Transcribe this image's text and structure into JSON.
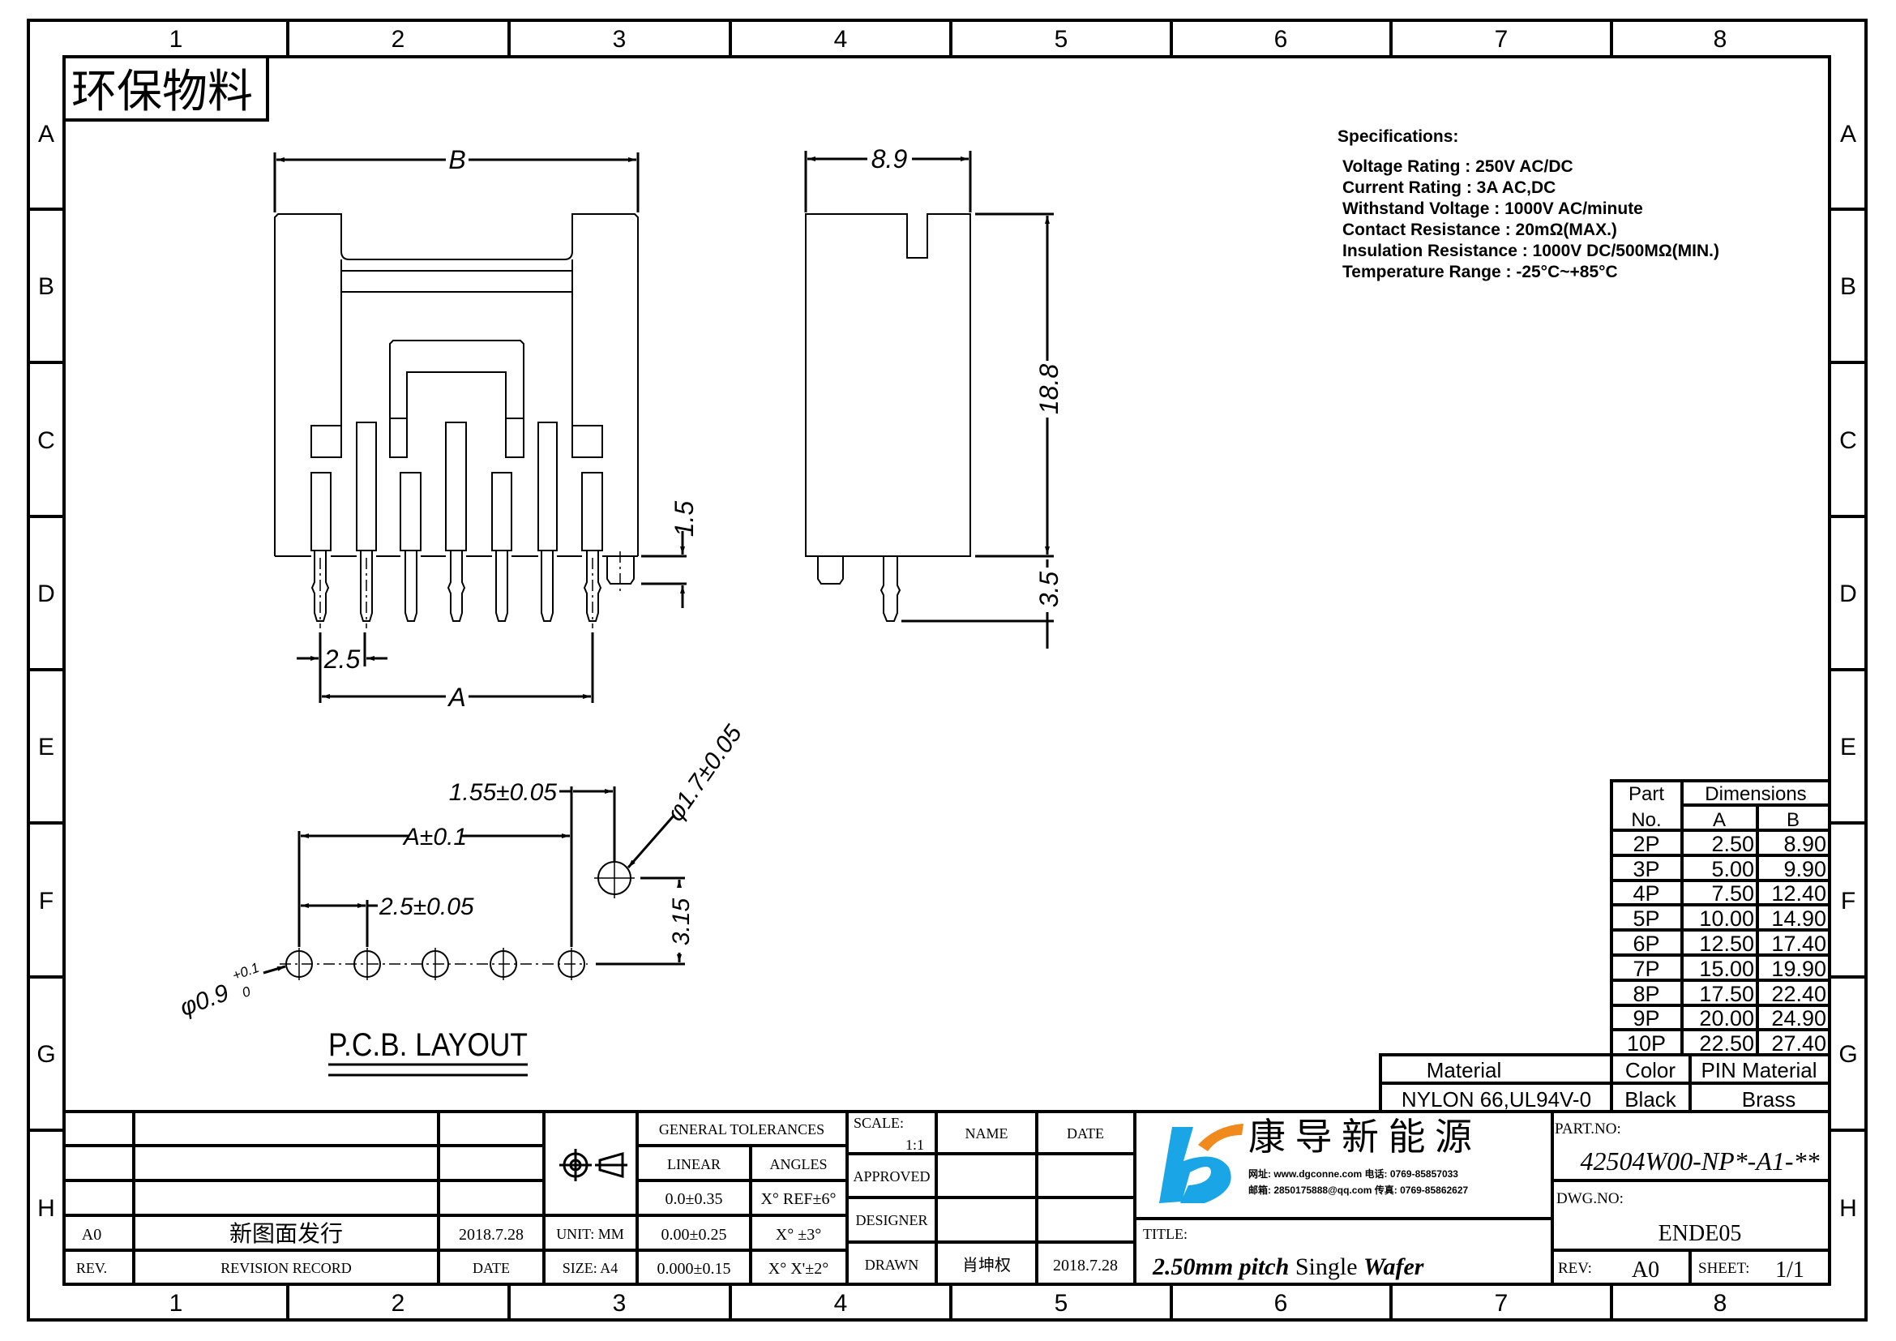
{
  "frame": {
    "columns": [
      "1",
      "2",
      "3",
      "4",
      "5",
      "6",
      "7",
      "8"
    ],
    "rows": [
      "A",
      "B",
      "C",
      "D",
      "E",
      "F",
      "G",
      "H"
    ]
  },
  "stamp": "环保物料",
  "front_view": {
    "dim_b": "B",
    "dim_a": "A",
    "dim_pitch": "2.5",
    "dim_peg": "1.5"
  },
  "side_view": {
    "dim_width": "8.9",
    "dim_height": "18.8",
    "dim_pin": "3.5"
  },
  "pcb_layout": {
    "title": "P.C.B.  LAYOUT",
    "dim_offset": "1.55±0.05",
    "dim_span": "A±0.1",
    "dim_pitch": "2.5±0.05",
    "dim_vertical": "3.15",
    "hole_large": "φ1.7±0.05",
    "hole_small": "φ0.9",
    "hole_small_tol_upper": "+0.1",
    "hole_small_tol_lower": "0"
  },
  "specifications": {
    "heading": "Specifications:",
    "lines": [
      "Voltage Rating : 250V AC/DC",
      "Current Rating : 3A AC,DC",
      "Withstand Voltage : 1000V AC/minute",
      "Contact Resistance : 20mΩ(MAX.)",
      "Insulation Resistance : 1000V DC/500MΩ(MIN.)",
      "Temperature Range : -25°C~+85°C"
    ]
  },
  "dim_table": {
    "part_header_1": "Part",
    "part_header_2": "No.",
    "dims_header": "Dimensions",
    "col_a": "A",
    "col_b": "B",
    "rows": [
      {
        "part": "2P",
        "a": "2.50",
        "b": "8.90"
      },
      {
        "part": "3P",
        "a": "5.00",
        "b": "9.90"
      },
      {
        "part": "4P",
        "a": "7.50",
        "b": "12.40"
      },
      {
        "part": "5P",
        "a": "10.00",
        "b": "14.90"
      },
      {
        "part": "6P",
        "a": "12.50",
        "b": "17.40"
      },
      {
        "part": "7P",
        "a": "15.00",
        "b": "19.90"
      },
      {
        "part": "8P",
        "a": "17.50",
        "b": "22.40"
      },
      {
        "part": "9P",
        "a": "20.00",
        "b": "24.90"
      },
      {
        "part": "10P",
        "a": "22.50",
        "b": "27.40"
      }
    ],
    "material_label": "Material",
    "material_value": "NYLON  66,UL94V-0",
    "color_label": "Color",
    "color_value": "Black",
    "pin_material_label": "PIN  Material",
    "pin_material_value": "Brass"
  },
  "title_block": {
    "revision": {
      "rev": "A0",
      "record": "新图面发行",
      "date": "2018.7.28",
      "rev_header": "REV.",
      "record_header": "REVISION RECORD",
      "date_header": "DATE"
    },
    "unit": "UNIT:  MM",
    "size": "SIZE:  A4",
    "tolerances": {
      "heading": "GENERAL  TOLERANCES",
      "linear_header": "LINEAR",
      "angles_header": "ANGLES",
      "linear": [
        "0.0±0.35",
        "0.00±0.25",
        "0.000±0.15"
      ],
      "angles": [
        "X° REF±6°",
        "X°  ±3°",
        "X° X'±2°"
      ]
    },
    "scale_label": "SCALE:",
    "scale_value": "1:1",
    "name_header": "NAME",
    "date_header": "DATE",
    "approved": "APPROVED",
    "designer": "DESIGNER",
    "drawn": "DRAWN",
    "drawn_name": "肖坤权",
    "drawn_date": "2018.7.28",
    "company_name": "康 导 新 能 源",
    "company_contact_lines": [
      "网址: www.dgconne.com  电话: 0769-85857033",
      "邮箱: 2850175888@qq.com  传真: 0769-85862627"
    ],
    "title_label": "TITLE:",
    "title_part1": "2.50mm pitch",
    "title_part2": " Single ",
    "title_part3": "Wafer",
    "part_no_label": "PART.NO:",
    "part_no": "42504W00-NP*-A1-**",
    "dwg_no_label": "DWG.NO:",
    "dwg_no": "ENDE05",
    "rev_label": "REV:",
    "rev_value": "A0",
    "sheet_label": "SHEET:",
    "sheet_value": "1/1"
  },
  "colors": {
    "logo_blue": "#1aa6e6",
    "logo_orange": "#f08a1c"
  }
}
